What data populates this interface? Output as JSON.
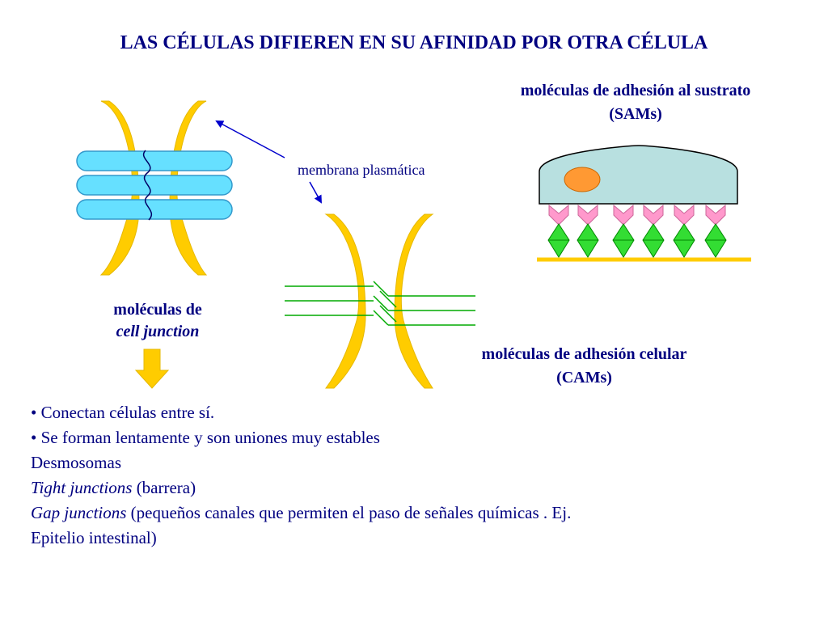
{
  "title": "LAS CÉLULAS DIFIEREN EN SU AFINIDAD POR OTRA CÉLULA",
  "labels": {
    "sams_line1": "moléculas de adhesión al sustrato",
    "sams_line2": "(SAMs)",
    "membrane": "membrana plasmática",
    "cell_junction_line1": "moléculas de",
    "cell_junction_line2": "cell junction",
    "cams_line1": "moléculas de adhesión celular",
    "cams_line2": "(CAMs)"
  },
  "notes": {
    "bullet1": "• Conectan células entre sí.",
    "bullet2": "• Se forman lentamente y son uniones muy estables",
    "desmosomas": "Desmosomas",
    "tight_term": "Tight junctions",
    "tight_desc": " (barrera)",
    "gap_term": "Gap junctions",
    "gap_desc": " (pequeños canales que permiten el paso de señales químicas .    Ej.",
    "gap_desc2": "Epitelio intestinal)"
  },
  "colors": {
    "text": "#000080",
    "membrane": "#FFCC00",
    "junction_fill": "#66E0FF",
    "junction_stroke": "#3399CC",
    "cam_lines": "#00AA00",
    "cell_body": "#B8E0E0",
    "nucleus": "#FF9933",
    "sam_receptor": "#FF99CC",
    "sam_ligand": "#33DD33",
    "substrate": "#FFCC00",
    "arrow": "#0000CC"
  }
}
